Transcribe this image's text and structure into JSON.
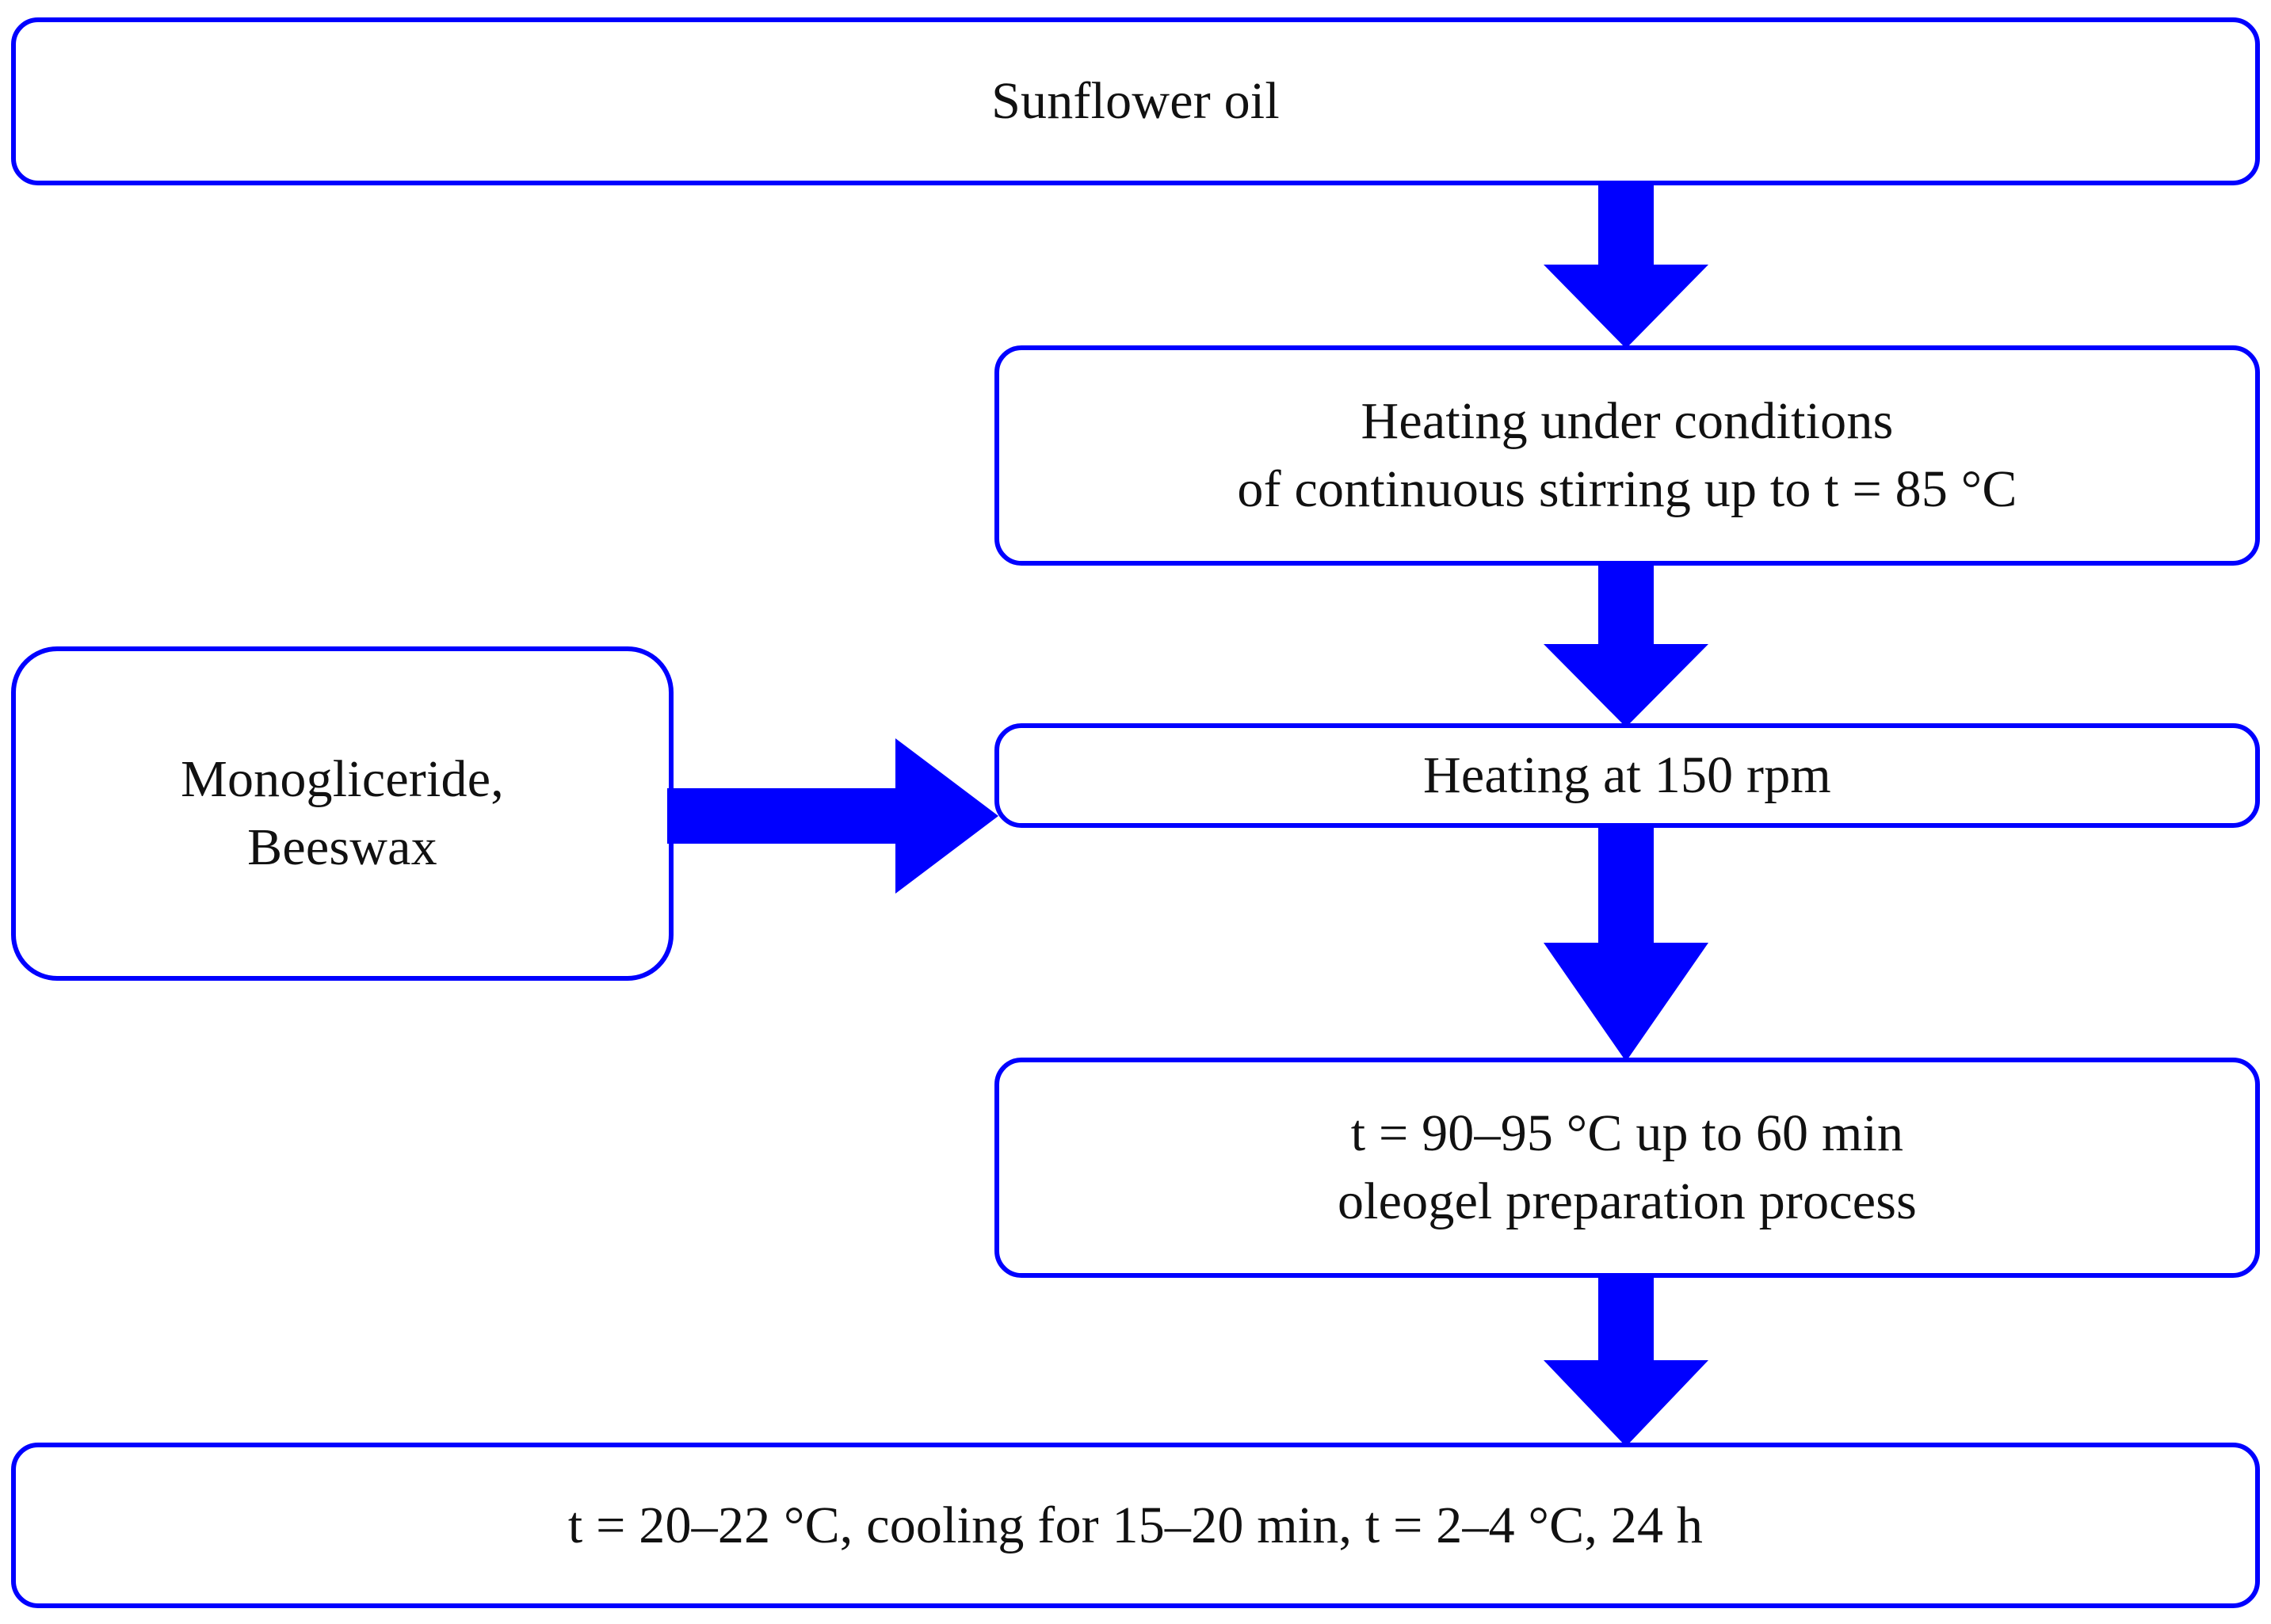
{
  "diagram": {
    "title": "Oleogel preparation flow chart",
    "accent_color": "#0000FF",
    "box_fill": "#FFFFFF",
    "text_color": "#111111",
    "nodes": {
      "sunflower_oil": {
        "label": "Sunflower oil"
      },
      "heating_stirring": {
        "label": "Heating under conditions\nof continuous stirring up to t = 85 °C"
      },
      "additives": {
        "label": "Monogliceride,\nBeeswax"
      },
      "heating_rpm": {
        "label": "Heating at 150 rpm"
      },
      "oleogel": {
        "label": "t = 90–95 °C up to 60 min\noleogel preparation process"
      },
      "cooling": {
        "label": "t = 20–22 °C, cooling for 15–20 min, t = 2–4 °C, 24 h"
      }
    },
    "arrows": [
      {
        "name": "arrow-oil-to-heating",
        "from": "sunflower_oil",
        "to": "heating_stirring",
        "direction": "down"
      },
      {
        "name": "arrow-heating-to-rpm",
        "from": "heating_stirring",
        "to": "heating_rpm",
        "direction": "down"
      },
      {
        "name": "arrow-additives-to-rpm",
        "from": "additives",
        "to": "heating_rpm",
        "direction": "right"
      },
      {
        "name": "arrow-rpm-to-oleogel",
        "from": "heating_rpm",
        "to": "oleogel",
        "direction": "down"
      },
      {
        "name": "arrow-oleogel-to-cool",
        "from": "oleogel",
        "to": "cooling",
        "direction": "down"
      }
    ]
  }
}
